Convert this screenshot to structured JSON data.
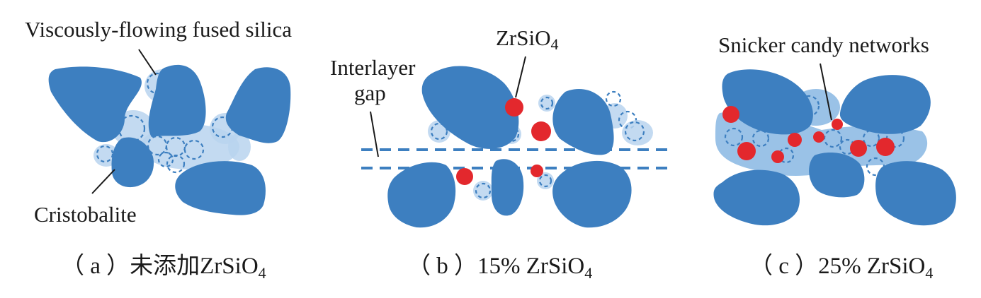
{
  "panel_a": {
    "label_fused_silica": "Viscously-flowing fused silica",
    "label_cristobalite": "Cristobalite",
    "caption_prefix": "（ a ）未添加ZrSiO",
    "caption_sub": "4"
  },
  "panel_b": {
    "label_zrsio4": "ZrSiO",
    "label_zrsio4_sub": "4",
    "label_gap_line1": "Interlayer",
    "label_gap_line2": "gap",
    "caption_prefix": "（ b ）15% ZrSiO",
    "caption_sub": "4"
  },
  "panel_c": {
    "label_networks": "Snicker candy networks",
    "caption_prefix": "（ c ）25% ZrSiO",
    "caption_sub": "4"
  },
  "colors": {
    "grain_blue": "#3d7fc0",
    "fused_silica_light_blue": "#b9d4ee",
    "zrsio4_red": "#e3282d",
    "text": "#1a1a1a"
  }
}
